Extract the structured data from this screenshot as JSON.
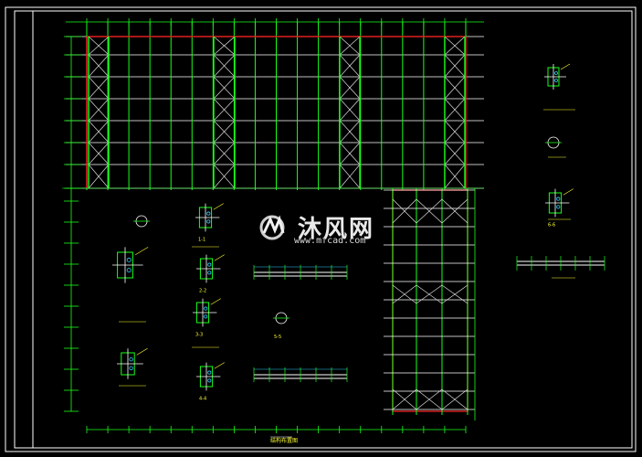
{
  "drawing": {
    "title_block_label": "结构布置图",
    "detail_labels": [
      "1-1",
      "2-2",
      "3-3",
      "4-4",
      "5-5",
      "6-6"
    ]
  },
  "watermark": {
    "brand": "沐风网",
    "url": "www.mfcad.com"
  },
  "colors": {
    "background": "#000000",
    "frame": "#ffffff",
    "grid": "#19ff19",
    "beam": "#ffffff",
    "brace": "#dddddd",
    "red_edge": "#e02020",
    "annotation": "#ffff33",
    "dimension": "#33ccff"
  }
}
